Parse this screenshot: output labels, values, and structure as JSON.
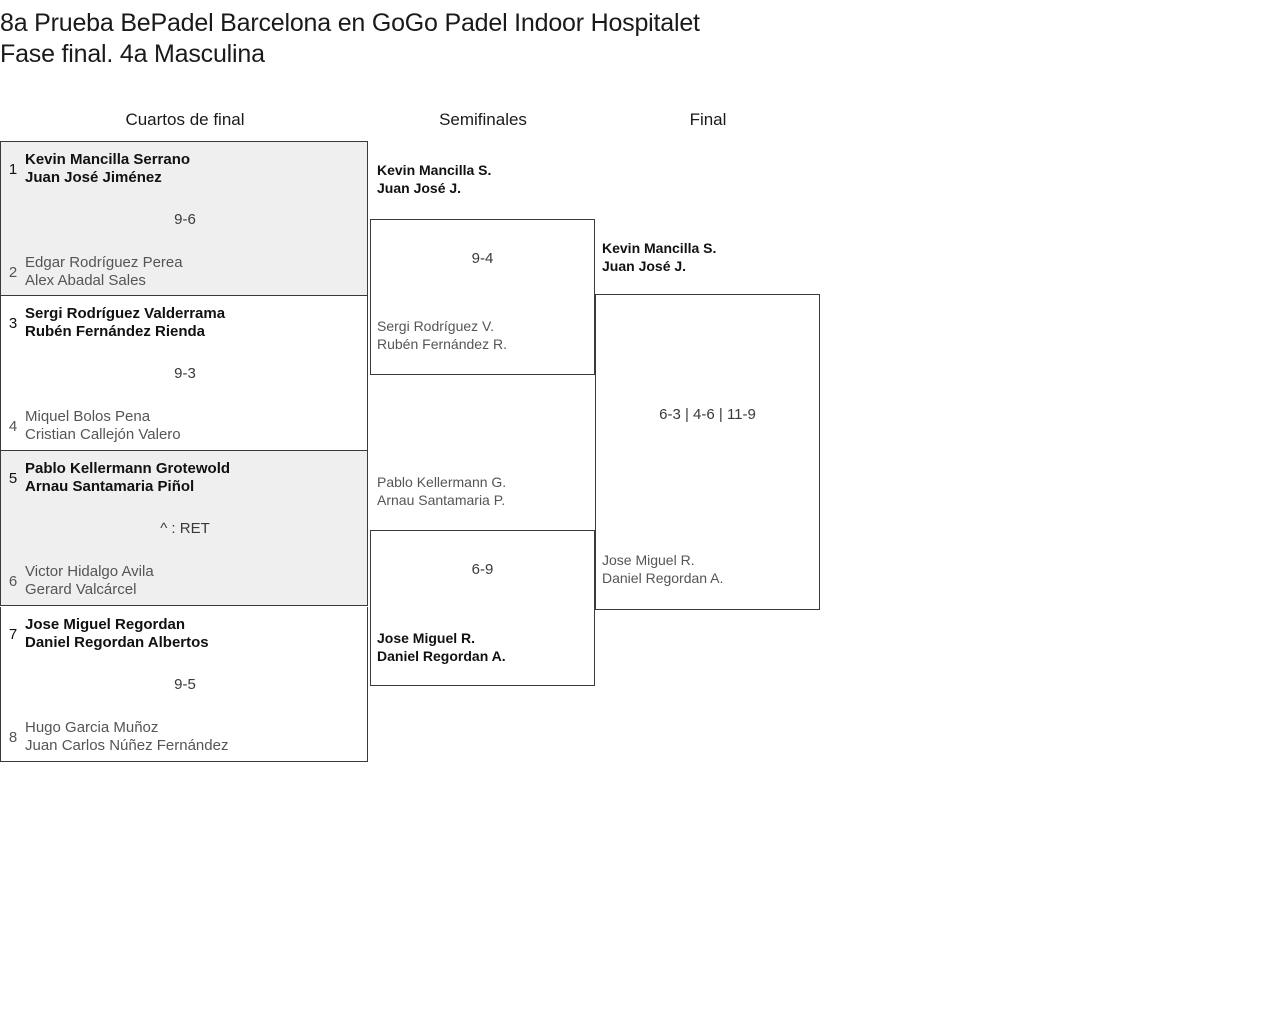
{
  "title": {
    "line1": "8a Prueba BePadel Barcelona en GoGo Padel Indoor Hospitalet",
    "line2": "Fase final. 4a Masculina"
  },
  "rounds": [
    {
      "label": "Cuartos de final"
    },
    {
      "label": "Semifinales"
    },
    {
      "label": "Final"
    }
  ],
  "quarterfinals": [
    {
      "score": "9-6",
      "shaded": true,
      "top": {
        "seed": "1",
        "player1": "Kevin Mancilla Serrano",
        "player2": "Juan José Jiménez",
        "result": "winner"
      },
      "bottom": {
        "seed": "2",
        "player1": "Edgar Rodríguez Perea",
        "player2": "Alex Abadal Sales",
        "result": "loser"
      }
    },
    {
      "score": "9-3",
      "shaded": false,
      "top": {
        "seed": "3",
        "player1": "Sergi Rodríguez Valderrama",
        "player2": "Rubén Fernández Rienda",
        "result": "winner"
      },
      "bottom": {
        "seed": "4",
        "player1": "Miquel Bolos Pena",
        "player2": "Cristian Callejón Valero",
        "result": "loser"
      }
    },
    {
      "score": "^ : RET",
      "shaded": true,
      "top": {
        "seed": "5",
        "player1": "Pablo Kellermann Grotewold",
        "player2": "Arnau Santamaria Piñol",
        "result": "winner"
      },
      "bottom": {
        "seed": "6",
        "player1": "Victor Hidalgo Avila",
        "player2": "Gerard Valcárcel",
        "result": "loser"
      }
    },
    {
      "score": "9-5",
      "shaded": false,
      "top": {
        "seed": "7",
        "player1": "Jose Miguel Regordan",
        "player2": "Daniel Regordan Albertos",
        "result": "winner"
      },
      "bottom": {
        "seed": "8",
        "player1": "Hugo Garcia Muñoz",
        "player2": "Juan Carlos Núñez Fernández",
        "result": "loser"
      }
    }
  ],
  "semifinals": [
    {
      "score": "9-4",
      "top": {
        "player1": "Kevin Mancilla S.",
        "player2": "Juan José J.",
        "result": "winner"
      },
      "bottom": {
        "player1": "Sergi Rodríguez V.",
        "player2": "Rubén Fernández R.",
        "result": "loser"
      }
    },
    {
      "score": "6-9",
      "top": {
        "player1": "Pablo Kellermann G.",
        "player2": "Arnau Santamaria P.",
        "result": "loser"
      },
      "bottom": {
        "player1": "Jose Miguel R.",
        "player2": "Daniel Regordan A.",
        "result": "winner"
      }
    }
  ],
  "final": {
    "score": "6-3 | 4-6 | 11-9",
    "top": {
      "player1": "Kevin Mancilla S.",
      "player2": "Juan José J.",
      "result": "winner"
    },
    "bottom": {
      "player1": "Jose Miguel R.",
      "player2": "Daniel Regordan A.",
      "result": "loser"
    }
  },
  "colors": {
    "shaded_row": "#efefef",
    "border": "#3a3a3a",
    "winner_text": "#111111",
    "loser_text": "#555555"
  }
}
